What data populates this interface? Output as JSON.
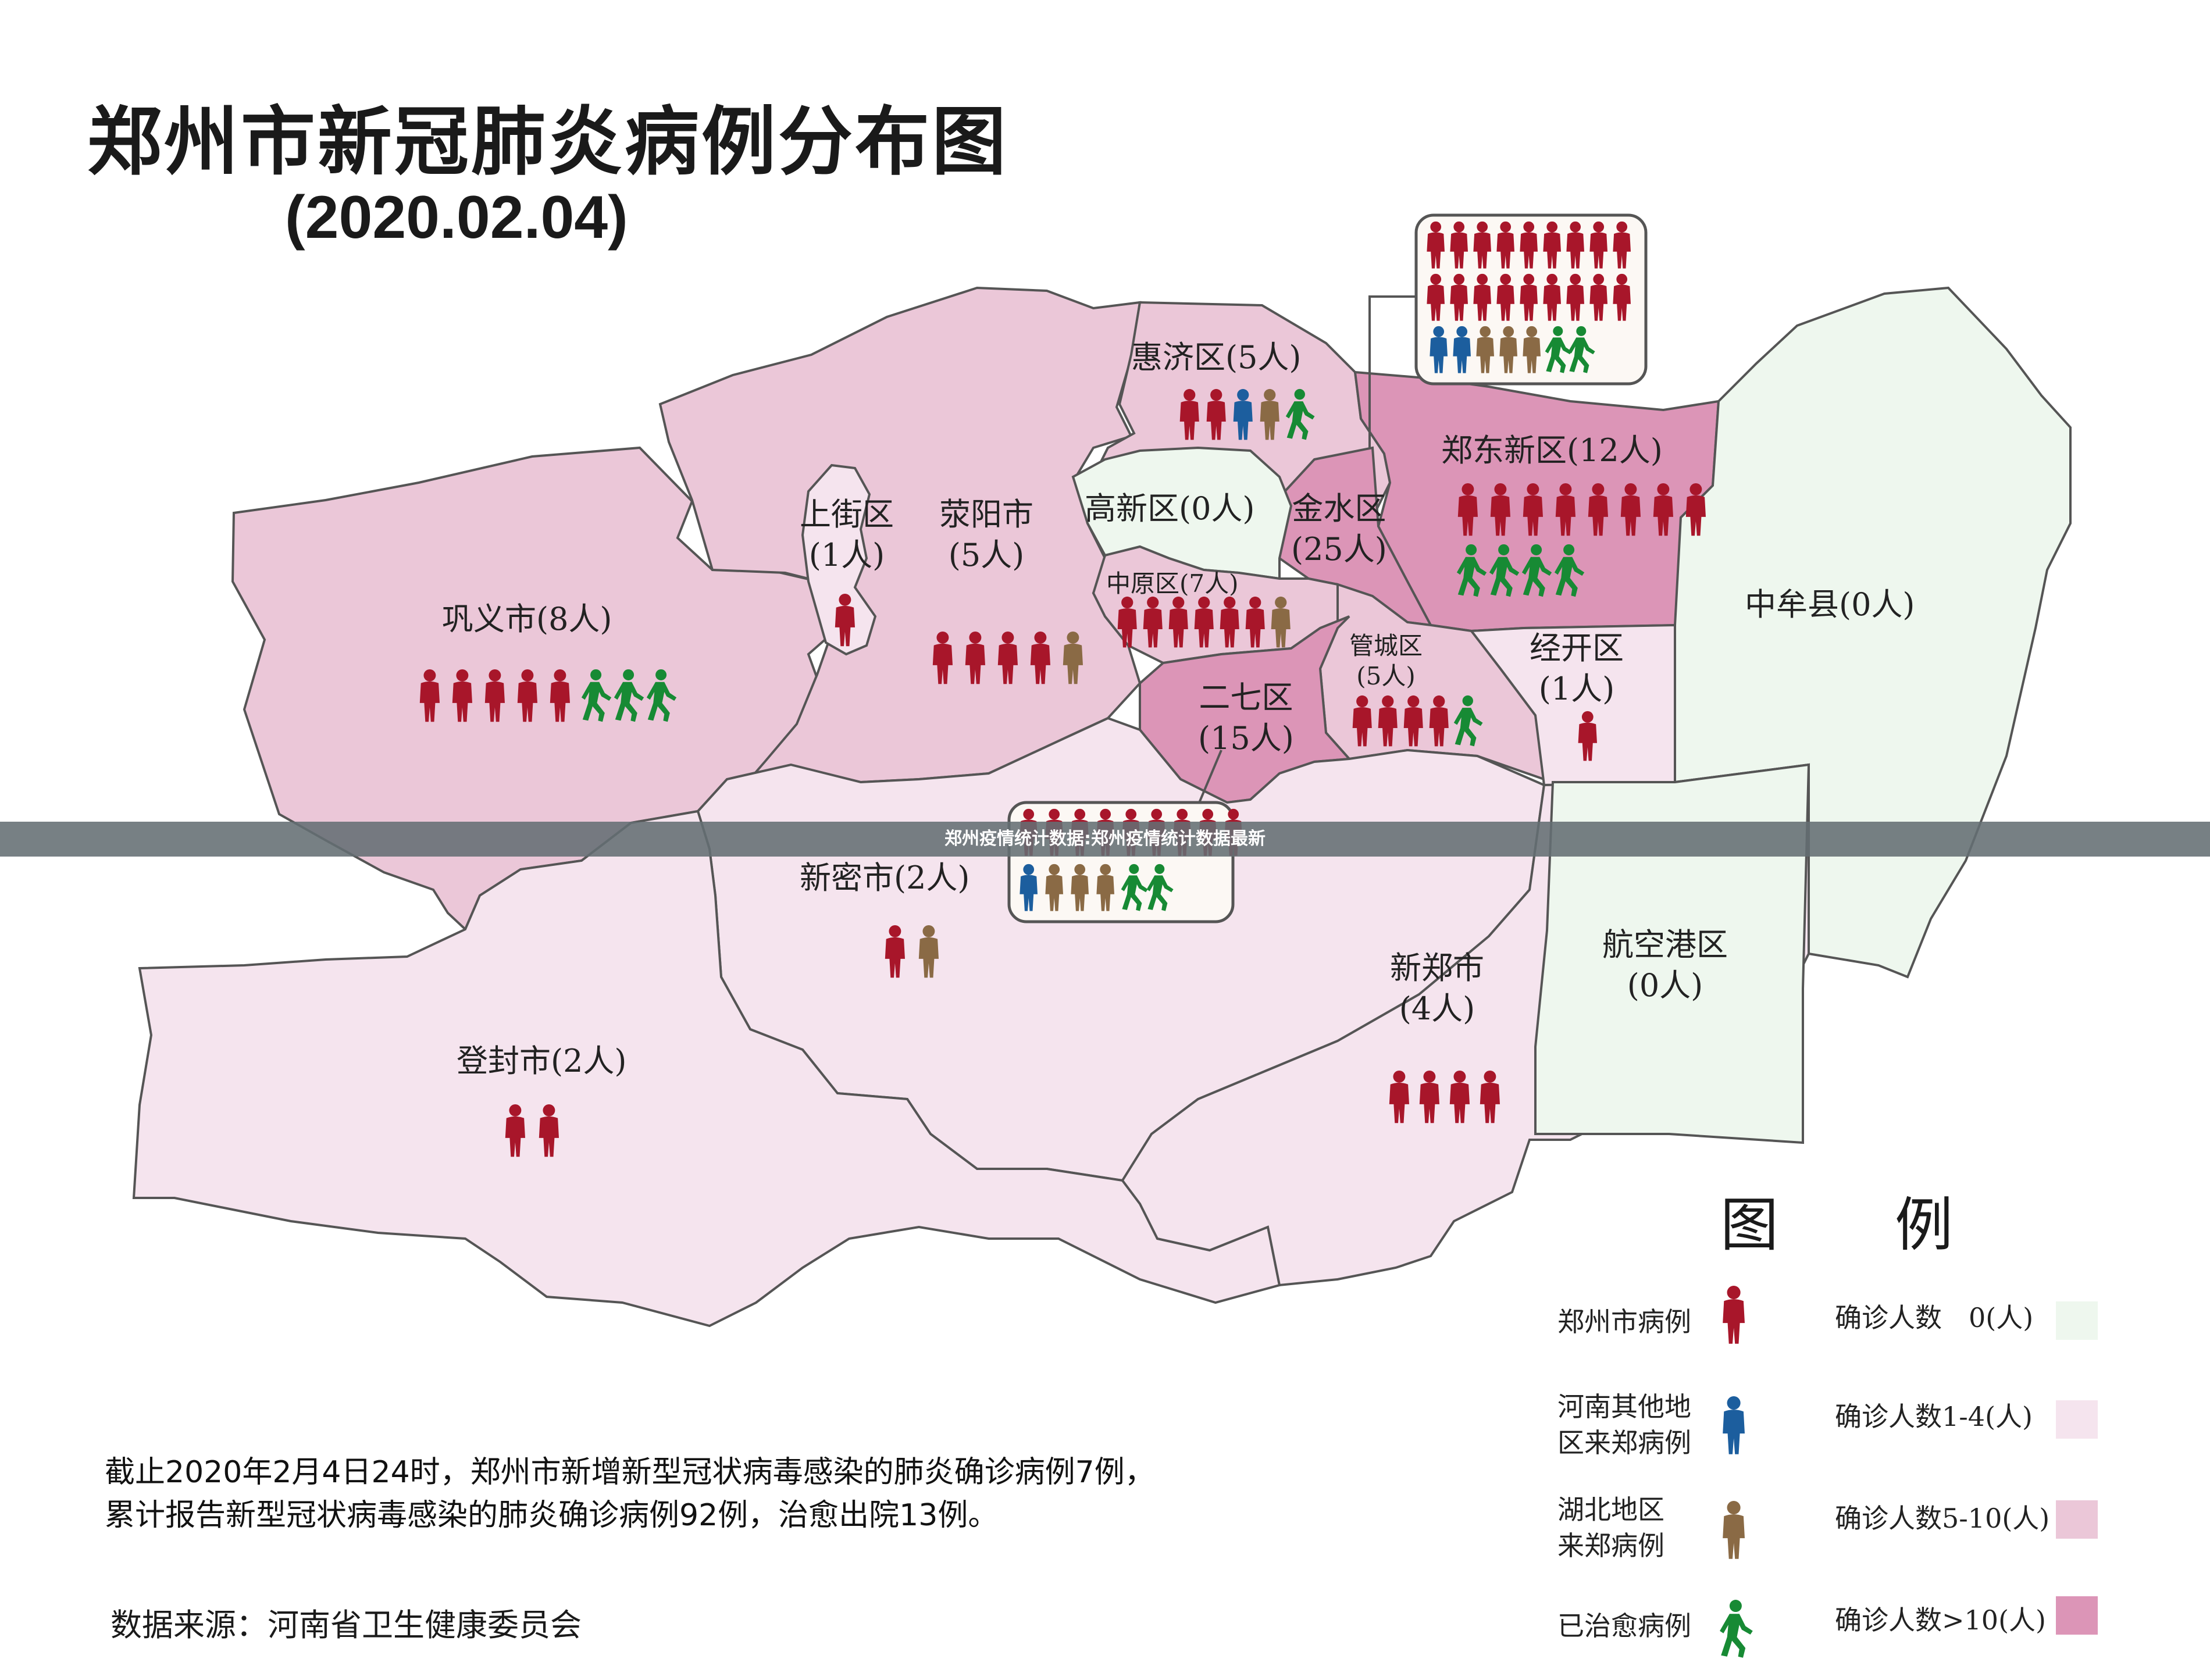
{
  "title": "郑州市新冠肺炎病例分布图",
  "date": "(2020.02.04)",
  "banner": "郑州疫情统计数据:郑州疫情统计数据最新",
  "colors": {
    "zhengzhou": "#a8162a",
    "henan_other": "#1c5e9e",
    "hubei": "#8a6a45",
    "cured": "#178a34",
    "level0": "#eef7ee",
    "level1": "#f5e4ee",
    "level2": "#ebc7d8",
    "level3": "#dc95b7"
  },
  "regions": [
    {
      "id": "gongyi",
      "name": "巩义市(8人)",
      "level": 2,
      "icons": [
        "z",
        "z",
        "z",
        "z",
        "z",
        "c",
        "c",
        "c"
      ]
    },
    {
      "id": "shangjie",
      "name": "上街区",
      "count": "(1人)",
      "level": 1,
      "icons": [
        "z"
      ]
    },
    {
      "id": "xingyang",
      "name": "荥阳市",
      "count": "(5人)",
      "level": 2,
      "icons": [
        "z",
        "z",
        "z",
        "z",
        "h"
      ]
    },
    {
      "id": "huiji",
      "name": "惠济区(5人)",
      "level": 2,
      "icons": [
        "z",
        "z",
        "o",
        "h",
        "c"
      ]
    },
    {
      "id": "gaoxin",
      "name": "高新区(0人)",
      "level": 0,
      "icons": []
    },
    {
      "id": "jinshui",
      "name": "金水区",
      "count": "(25人)",
      "level": 3,
      "icons": [
        "z",
        "z",
        "z",
        "z",
        "z",
        "z",
        "z",
        "z",
        "z",
        "z",
        "z",
        "z",
        "z",
        "z",
        "z",
        "z",
        "z",
        "z",
        "o",
        "o",
        "h",
        "h",
        "h",
        "c",
        "c"
      ]
    },
    {
      "id": "zhengdong",
      "name": "郑东新区(12人)",
      "level": 3,
      "icons": [
        "z",
        "z",
        "z",
        "z",
        "z",
        "z",
        "z",
        "z",
        "c",
        "c",
        "c",
        "c"
      ]
    },
    {
      "id": "zhongmou",
      "name": "中牟县(0人)",
      "level": 0,
      "icons": []
    },
    {
      "id": "zhongyuan",
      "name": "中原区(7人)",
      "level": 2,
      "icons": [
        "z",
        "z",
        "z",
        "z",
        "z",
        "z",
        "h"
      ]
    },
    {
      "id": "guancheng",
      "name": "管城区",
      "count": "(5人)",
      "level": 2,
      "icons": [
        "z",
        "z",
        "z",
        "z",
        "c"
      ]
    },
    {
      "id": "jingkai",
      "name": "经开区",
      "count": "(1人)",
      "level": 1,
      "icons": [
        "z"
      ]
    },
    {
      "id": "erqi",
      "name": "二七区",
      "count": "(15人)",
      "level": 3,
      "icons": [
        "z",
        "z",
        "z",
        "z",
        "z",
        "z",
        "z",
        "z",
        "z",
        "o",
        "h",
        "h",
        "h",
        "c",
        "c"
      ]
    },
    {
      "id": "xinmi",
      "name": "新密市(2人)",
      "level": 1,
      "icons": [
        "z",
        "h"
      ]
    },
    {
      "id": "dengfeng",
      "name": "登封市(2人)",
      "level": 1,
      "icons": [
        "z",
        "z"
      ]
    },
    {
      "id": "xinzheng",
      "name": "新郑市",
      "count": "(4人)",
      "level": 1,
      "icons": [
        "z",
        "z",
        "z",
        "z"
      ]
    },
    {
      "id": "airport",
      "name": "航空港区",
      "count": "(0人)",
      "level": 0,
      "icons": []
    }
  ],
  "note": {
    "line1": "截止2020年2月4日24时，郑州市新增新型冠状病毒感染的肺炎确诊病例7例，",
    "line2": "累计报告新型冠状病毒感染的肺炎确诊病例92例，治愈出院13例。"
  },
  "source": "数据来源：河南省卫生健康委员会",
  "legend": {
    "title_left": "图",
    "title_right": "例",
    "types": [
      {
        "key": "z",
        "label": "郑州市病例"
      },
      {
        "key": "o",
        "label": "河南其他地区来郑病例"
      },
      {
        "key": "h",
        "label": "湖北地区来郑病例"
      },
      {
        "key": "c",
        "label": "已治愈病例"
      }
    ],
    "levels": [
      {
        "level": 0,
        "label": "确诊人数　0(人)"
      },
      {
        "level": 1,
        "label": "确诊人数1-4(人)"
      },
      {
        "level": 2,
        "label": "确诊人数5-10(人)"
      },
      {
        "level": 3,
        "label": "确诊人数>10(人)"
      }
    ]
  }
}
